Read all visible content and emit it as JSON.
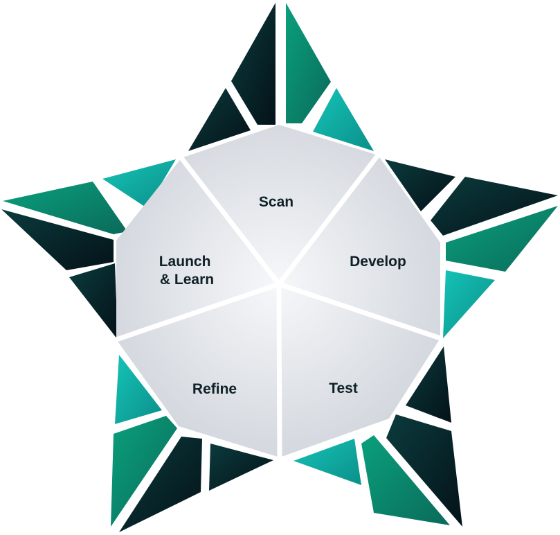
{
  "diagram": {
    "segments": [
      {
        "id": "scan",
        "label_lines": [
          "Scan"
        ]
      },
      {
        "id": "develop",
        "label_lines": [
          "Develop"
        ]
      },
      {
        "id": "test",
        "label_lines": [
          "Test"
        ]
      },
      {
        "id": "refine",
        "label_lines": [
          "Refine"
        ]
      },
      {
        "id": "launch",
        "label_lines": [
          "Launch",
          "& Learn"
        ]
      }
    ],
    "colors": {
      "dark": "#06171d",
      "dark_mid": "#0a3a3a",
      "green": "#0a9a72",
      "teal": "#12b5ad",
      "center_light": "#f4f5f7",
      "center_shade": "#cdd2d9",
      "separator": "#ffffff"
    }
  }
}
